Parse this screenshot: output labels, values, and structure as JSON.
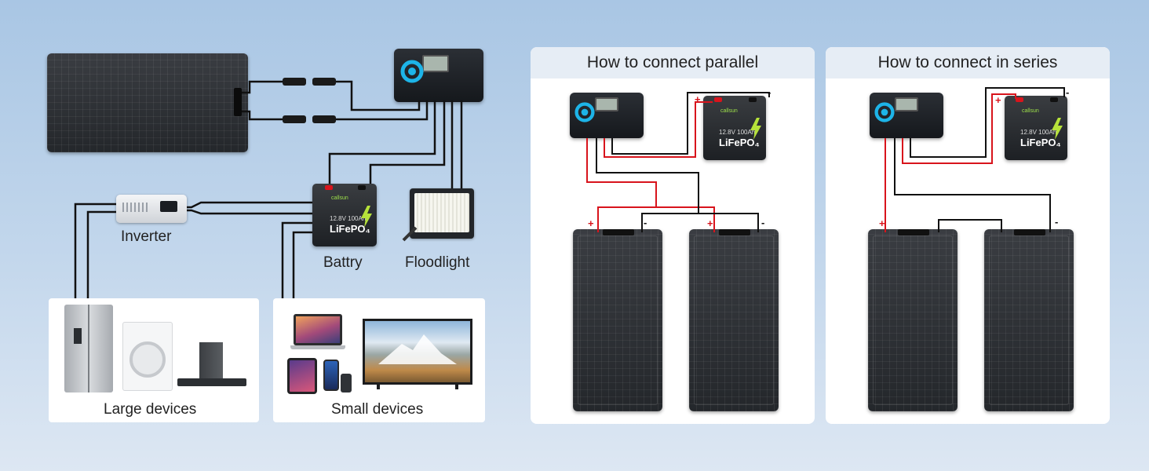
{
  "diagram": {
    "labels": {
      "inverter": "Inverter",
      "battery": "Battry",
      "floodlight": "Floodlight",
      "large_devices": "Large devices",
      "small_devices": "Small devices"
    },
    "parallel_panel": {
      "title": "How to connect parallel"
    },
    "series_panel": {
      "title": "How to connect in series"
    },
    "battery_text": {
      "spec": "12.8V 100Ah",
      "chemistry": "LiFePO₄",
      "brand": "callsun"
    },
    "polarity": {
      "positive": "+",
      "negative": "-"
    },
    "colors": {
      "positive_wire": "#d8141c",
      "negative_wire": "#111111",
      "header_bg": "#e6edf5",
      "controller_accent": "#1db4e8",
      "battery_bolt": "#b6e23a"
    },
    "icons": [
      "solar-panel",
      "charge-controller",
      "battery",
      "inverter",
      "floodlight",
      "refrigerator",
      "washing-machine",
      "range-hood",
      "laptop",
      "tablet",
      "phone",
      "power-bank",
      "television"
    ]
  }
}
